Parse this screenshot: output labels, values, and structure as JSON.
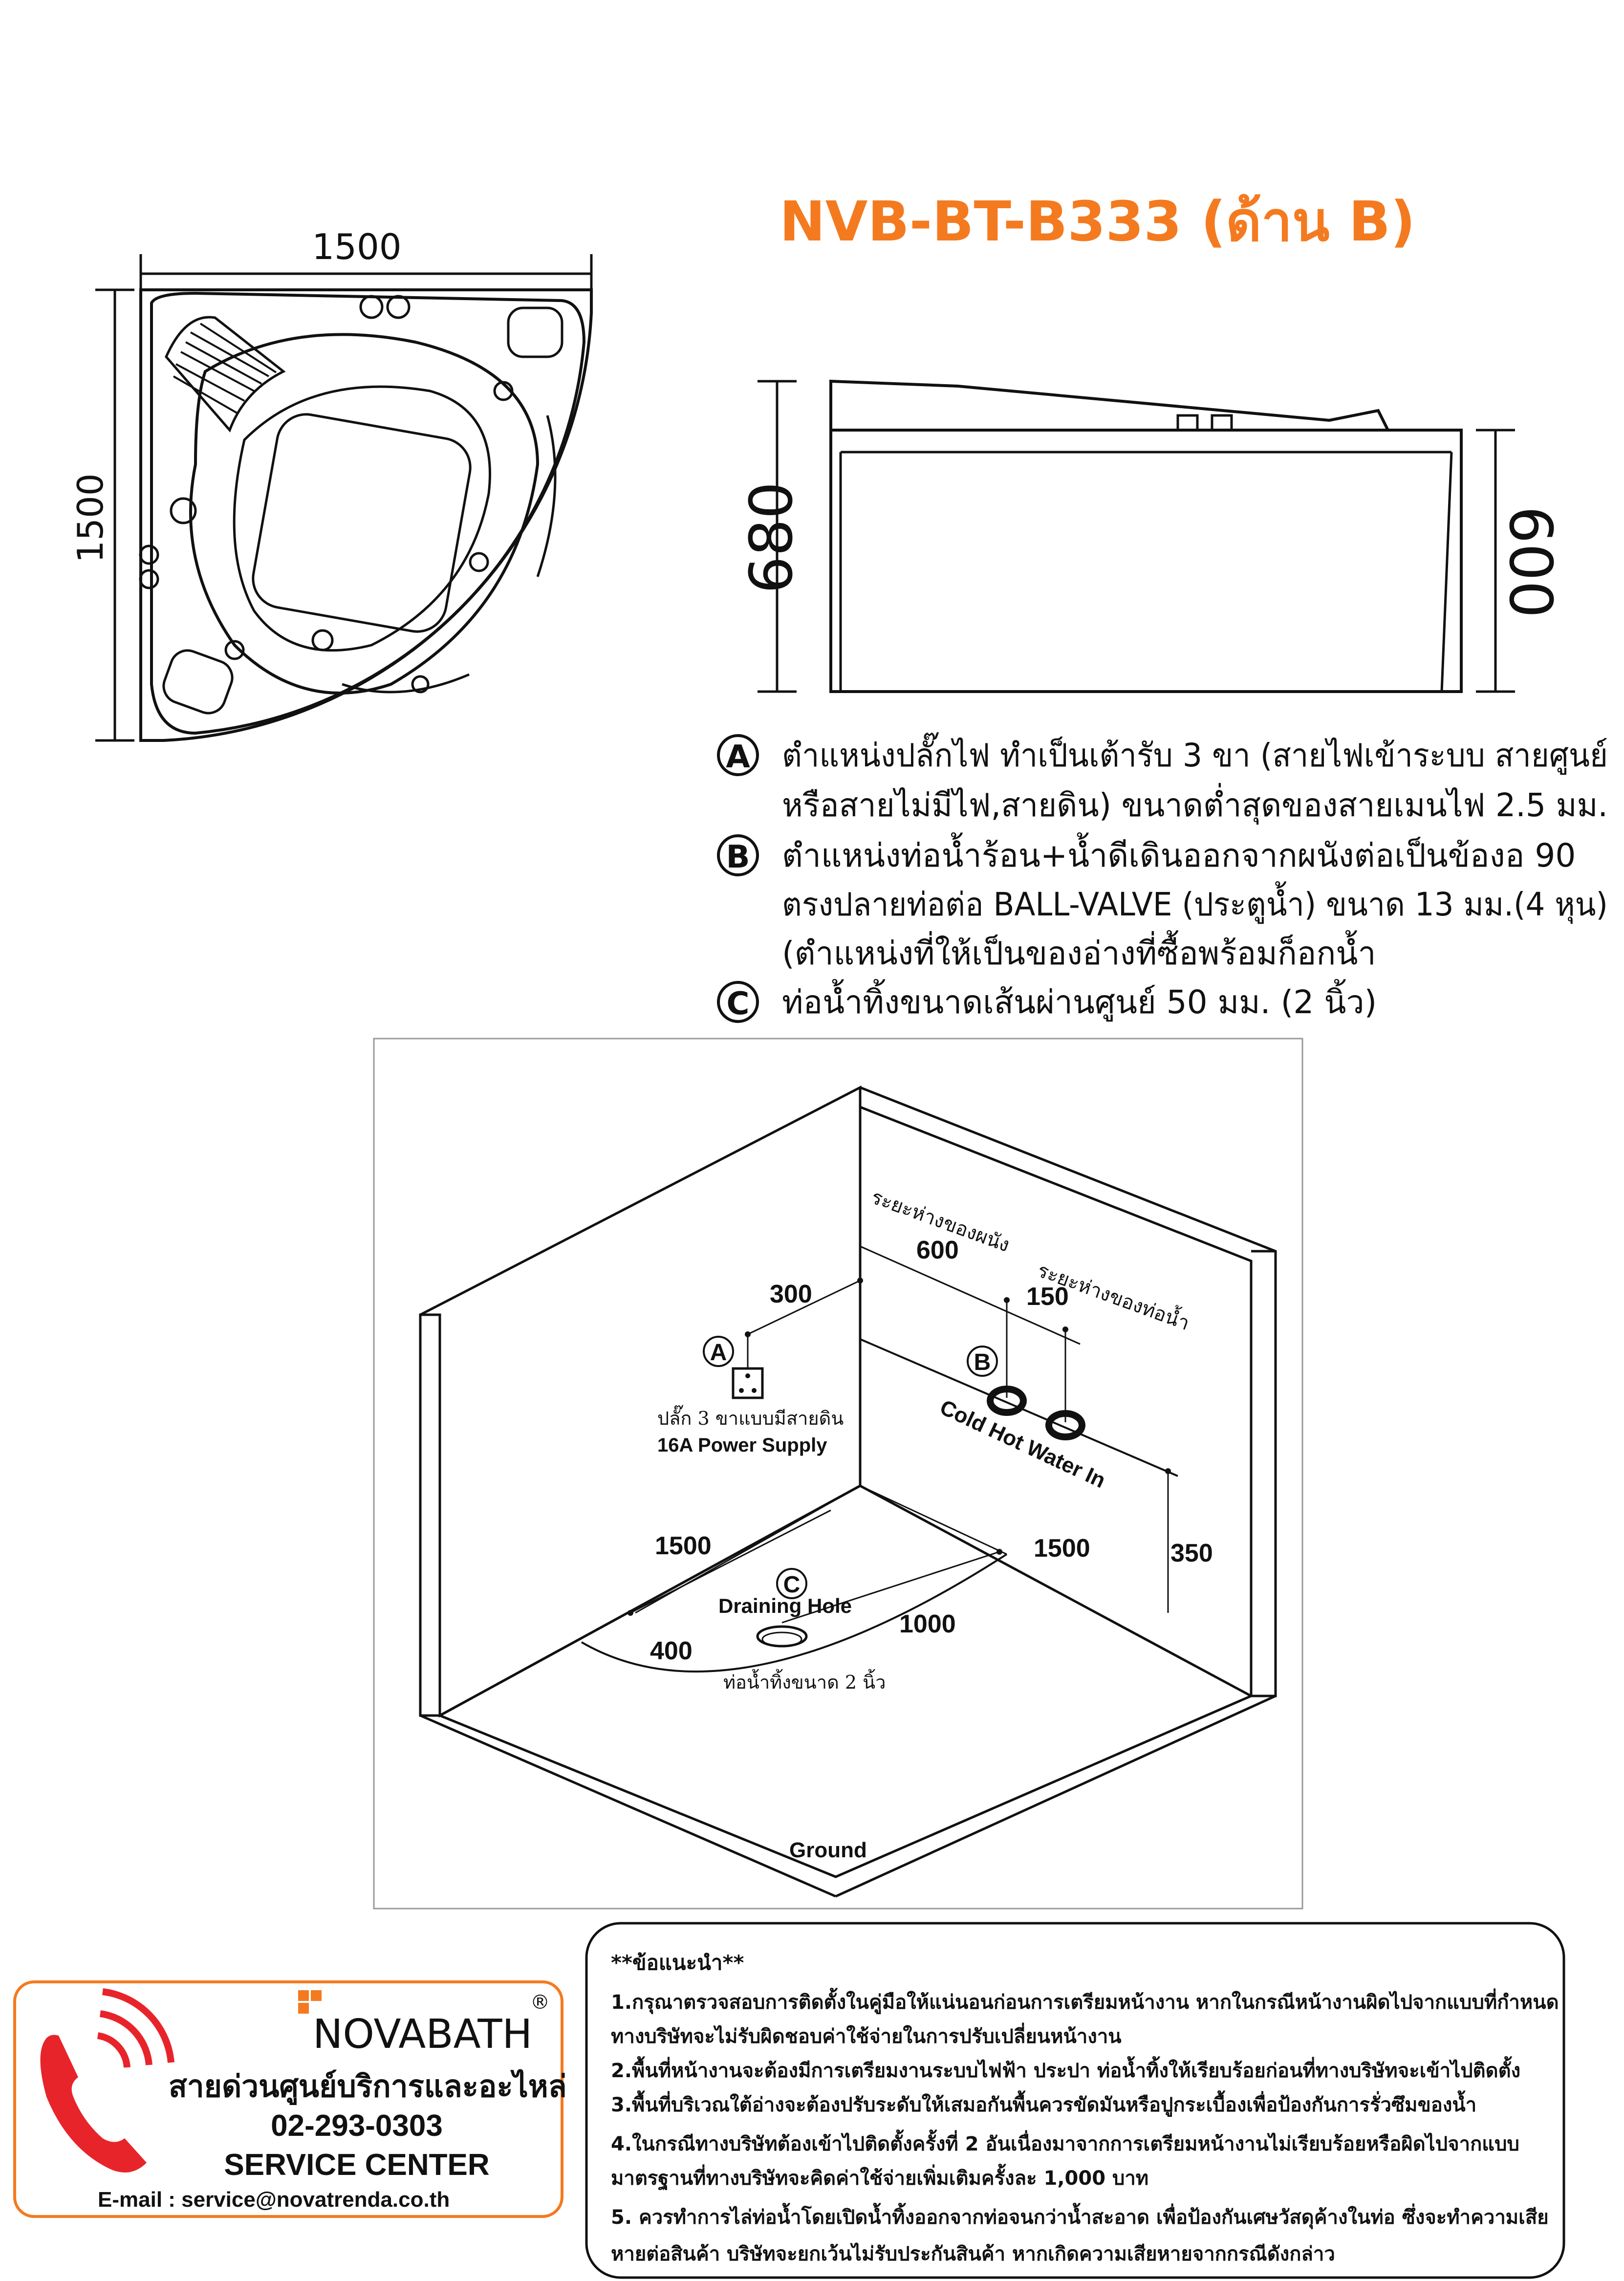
{
  "title": "NVB-BT-B333 (ด้าน B)",
  "top_view": {
    "width_label": "1500",
    "depth_label": "1500"
  },
  "side_view": {
    "left_height": "680",
    "right_height": "600"
  },
  "notes": [
    {
      "marker": "A",
      "lines": [
        "ตำแหน่งปลั๊กไฟ   ทำเป็นเต้ารับ 3 ขา (สายไฟเข้าระบบ สายศูนย์",
        "หรือสายไม่มีไฟ,สายดิน) ขนาดต่ำสุดของสายเมนไฟ 2.5 มม."
      ]
    },
    {
      "marker": "B",
      "lines": [
        "ตำแหน่งท่อน้ำร้อน+น้ำดีเดินออกจากผนังต่อเป็นข้องอ 90",
        "ตรงปลายท่อต่อ BALL-VALVE (ประตูน้ำ) ขนาด 13 มม.(4 หุน)",
        "(ตำแหน่งที่ให้เป็นของอ่างที่ซื้อพร้อมก็อกน้ำ"
      ]
    },
    {
      "marker": "C",
      "lines": [
        "ท่อน้ำทิ้งขนาดเส้นผ่านศูนย์ 50 มม. (2 นิ้ว)"
      ]
    }
  ],
  "install": {
    "wall_dist_label": "ระยะห่างของผนัง",
    "pipe_dist_label": "ระยะห่างของท่อน้ำ",
    "dim_600": "600",
    "dim_300": "300",
    "dim_150": "150",
    "dim_350": "350",
    "dim_1500_left": "1500",
    "dim_1500_right": "1500",
    "dim_1000": "1000",
    "dim_400": "400",
    "marker_a": "A",
    "marker_b": "B",
    "marker_c": "C",
    "plug_label": "ปลั๊ก 3 ขาแบบมีสายดิน",
    "power_label": "16A Power Supply",
    "water_label": "Cold Hot Water In",
    "drain_label": "Draining Hole",
    "drain_size_label": "ท่อน้ำทิ้งขนาด 2 นิ้ว",
    "ground_label": "Ground"
  },
  "advice": {
    "heading": "**ข้อแนะนำ**",
    "lines": [
      "1.กรุณาตรวจสอบการติดตั้งในคู่มือให้แน่นอนก่อนการเตรียมหน้างาน หากในกรณีหน้างานผิดไปจากแบบที่กำหนด",
      "  ทางบริษัทจะไม่รับผิดชอบค่าใช้จ่ายในการปรับเปลี่ยนหน้างาน",
      "2.พื้นที่หน้างานจะต้องมีการเตรียมงานระบบไฟฟ้า ประปา ท่อน้ำทิ้งให้เรียบร้อยก่อนที่ทางบริษัทจะเข้าไปติดตั้ง",
      "3.พื้นที่บริเวณใต้อ่างจะต้องปรับระดับให้เสมอกันพื้นควรขัดมันหรือปูกระเบื้องเพื่อป้องกันการรั่วซึมของน้ำ",
      "4.ในกรณีทางบริษัทต้องเข้าไปติดตั้งครั้งที่ 2 อันเนื่องมาจากการเตรียมหน้างานไม่เรียบร้อยหรือผิดไปจากแบบ",
      "  มาตรฐานที่ทางบริษัทจะคิดค่าใช้จ่ายเพิ่มเติมครั้งละ 1,000 บาท",
      "5. ควรทำการไล่ท่อน้ำโดยเปิดน้ำทิ้งออกจากท่อจนกว่าน้ำสะอาด เพื่อป้องกันเศษวัสดุค้างในท่อ ซึ่งจะทำความเสีย",
      "  หายต่อสินค้า บริษัทจะยกเว้นไม่รับประกันสินค้า หากเกิดความเสียหายจากกรณีดังกล่าว"
    ]
  },
  "service": {
    "brand": "NOVABATH",
    "registered": "®",
    "hotline_label": "สายด่วนศูนย์บริการและอะไหล่",
    "phone": "02-293-0303",
    "center_label": "SERVICE CENTER",
    "email": "E-mail  :  service@novatrenda.co.th"
  },
  "colors": {
    "accent": "#f47a20",
    "phone_icon": "#e8242b",
    "line": "#111111"
  },
  "icons": [
    "phone-icon",
    "novabath-logo-mark"
  ]
}
